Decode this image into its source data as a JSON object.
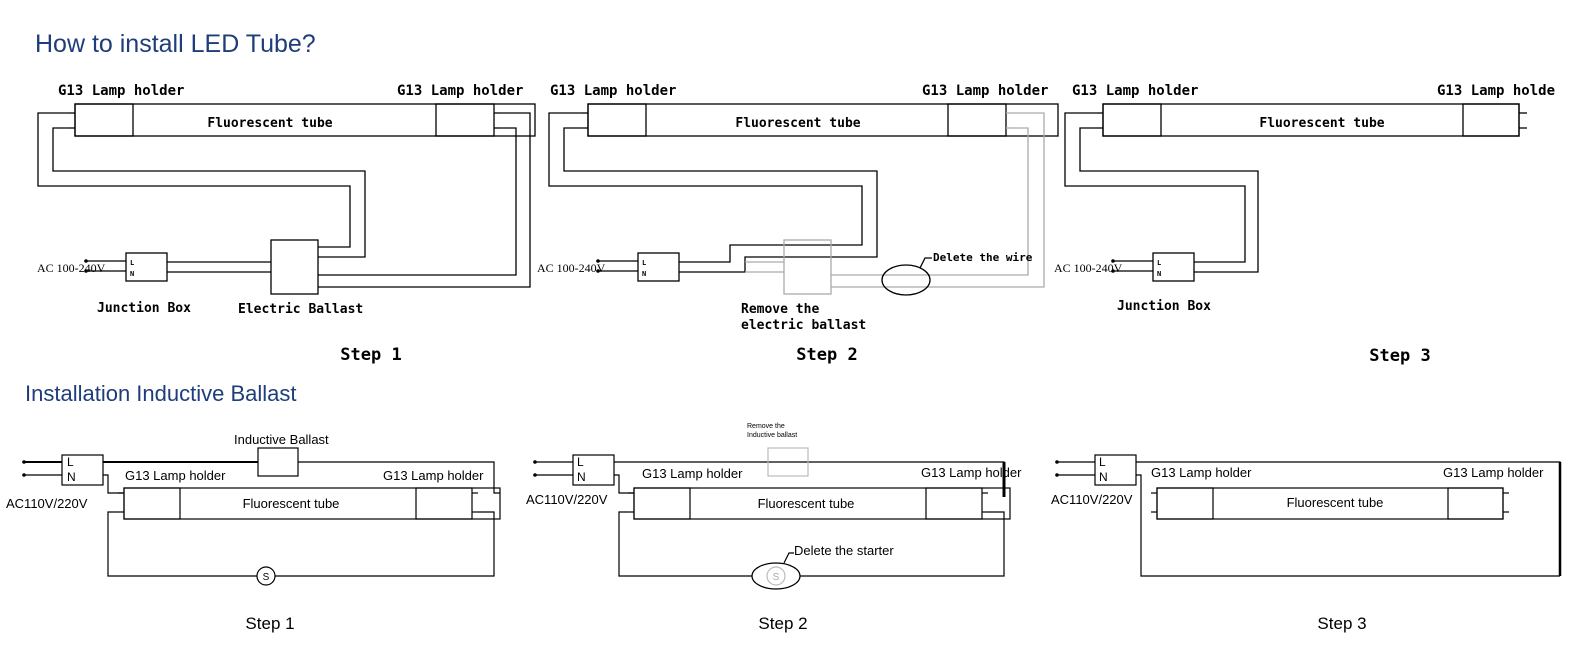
{
  "titles": {
    "main": "How to install LED Tube?",
    "inductive": "Installation Inductive Ballast"
  },
  "top": {
    "lamp_holder": "G13 Lamp holder",
    "lamp_holder_cut": "G13 Lamp holde",
    "tube": "Fluorescent tube",
    "ac": "AC 100-240V",
    "L": "L",
    "N": "N",
    "junction_box": "Junction Box",
    "electric_ballast": "Electric Ballast",
    "remove_line1": "Remove the",
    "remove_line2": "electric ballast",
    "delete_wire": "Delete the wire",
    "step1": "Step 1",
    "step2": "Step 2",
    "step3": "Step 3"
  },
  "bottom": {
    "inductive_ballast": "Inductive Ballast",
    "lamp_holder": "G13 Lamp holder",
    "tube": "Fluorescent tube",
    "ac": "AC110V/220V",
    "L": "L",
    "N": "N",
    "starter": "S",
    "remove_inductive_line1": "Remove the",
    "remove_inductive_line2": "Inductive ballast",
    "delete_starter": "Delete the starter",
    "step1": "Step 1",
    "step2": "Step 2",
    "step3": "Step 3"
  },
  "colors": {
    "heading": "#1f3d7a",
    "line": "#000000",
    "removed": "#aaaaaa"
  }
}
